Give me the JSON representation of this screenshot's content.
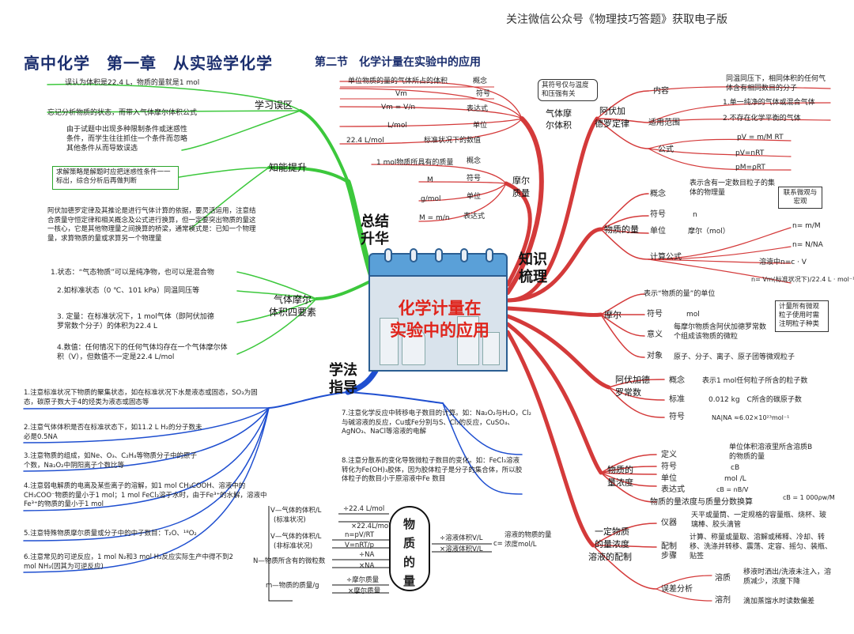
{
  "header": "关注微信公众号《物理技巧答题》获取电子版",
  "title": "高中化学　第一章　从实验学化学",
  "subtitle": "第二节　化学计量在实验中的应用",
  "center": {
    "line1": "化学计量在",
    "line2": "实验中的应用"
  },
  "main_branches": {
    "summary": {
      "line1": "总结",
      "line2": "升华"
    },
    "knowledge": {
      "line1": "知识",
      "line2": "梳理"
    },
    "method": {
      "line1": "学法",
      "line2": "指导"
    }
  },
  "learning_mistakes": {
    "label": "学习误区",
    "items": [
      "误认为体积是22.4 L，物质的量就是1 mol",
      "忘记分析物质的状态，而带入气体摩尔体积公式",
      "由于试题中出现多种限制条件或迷惑性条件，而学生往往抓住一个条件而忽略其他条件从而导致误选"
    ]
  },
  "ability": {
    "label": "知能提升",
    "box": "求解策略是解题时应把迷惑性条件一一标出，综合分析后再做判断",
    "text": "阿伏加德罗定律及其推论是进行气体计算的依据，要灵活运用，注意结合质量守恒定律和相关概念及公式进行换算，但一定要突出物质的量这一核心，它是其他物理量之间换算的桥梁，通常模式是：已知一个物理量，求算物质的量或求算另一个物理量"
  },
  "molar_volume_elements": {
    "label_l1": "气体摩尔",
    "label_l2": "体积四要素",
    "items": [
      "1.状态：“气态物质”可以是纯净物，也可以是混合物",
      "2.如标准状态（0 ℃、101 kPa）同温同压等",
      "3. 定量：在标准状况下，1 mol气体（即阿伏加德罗常数个分子）的体积为22.4 L",
      "4.数值：任何情况下的任何气体均存在一个气体摩尔体积（V），但数值不一定是22.4 L/mol"
    ]
  },
  "gas_molar_volume": {
    "label_l1": "气体摩",
    "label_l2": "尔体积",
    "note": "其符号仅与温度和压强有关",
    "rows": [
      {
        "left": "单位物质的量的气体所占的体积",
        "right": "概念"
      },
      {
        "left": "Vm",
        "right": "符号"
      },
      {
        "left": "Vm = V/n",
        "right": "表达式"
      },
      {
        "left": "L/mol",
        "right": "单位"
      },
      {
        "left": "22.4 L/mol",
        "right": "标准状况下的数值"
      }
    ]
  },
  "molar_mass": {
    "label_l1": "摩尔",
    "label_l2": "质量",
    "rows": [
      {
        "left": "1 mol物质所具有的质量",
        "right": "概念"
      },
      {
        "left": "M",
        "right": "符号"
      },
      {
        "left": "g/mol",
        "right": "单位"
      },
      {
        "left": "M = m/n",
        "right": "表达式"
      }
    ]
  },
  "avogadro_law": {
    "label_l1": "阿伏加",
    "label_l2": "德罗定律",
    "content_label": "内容",
    "content": "同温同压下，相同体积的任何气体含有相同数目的分子",
    "scope_label": "适用范围",
    "scope": [
      "1.单一纯净的气体或混合气体",
      "2.不存在化学平衡的气体"
    ],
    "formula_label": "公式",
    "formulas": [
      "pV = m/M RT",
      "pV=nRT",
      "pM=ρRT"
    ]
  },
  "amount_of_substance": {
    "label": "物质的量",
    "concept_label": "概念",
    "concept": "表示含有一定数目粒子的集体的物理量",
    "note": "联系微观与宏观",
    "symbol_label": "符号",
    "symbol": "n",
    "unit_label": "单位",
    "unit": "摩尔（mol）",
    "calc_label": "计算公式",
    "formulas": [
      "n= m/M",
      "n= N/NA",
      "溶液中n=c · V",
      "n= Vm(标准状况下)/22.4 L · mol⁻¹"
    ]
  },
  "mole": {
    "label": "摩尔",
    "desc": "表示“物质的量”的单位",
    "symbol_label": "符号",
    "symbol": "mol",
    "meaning_label": "意义",
    "meaning": "每摩尔物质含阿伏加德罗常数个组成该物质的微粒",
    "note": "计量所有微观粒子使用时需注明粒子种类",
    "object_label": "对象",
    "object": "原子、分子、离子、原子团等微观粒子"
  },
  "avogadro_constant": {
    "label_l1": "阿伏加德",
    "label_l2": "罗常数",
    "concept_label": "概念",
    "concept": "表示1 mol任何粒子所含的粒子数",
    "standard_label": "标准",
    "standard": "0.012 kg　C所含的碳原子数",
    "symbol_label": "符号",
    "symbol": "NA|NA ≈6.02×10²³mol⁻¹"
  },
  "concentration": {
    "label_l1": "物质的",
    "label_l2": "量浓度",
    "def_label": "定义",
    "def": "单位体积溶液里所含溶质B的物质的量",
    "symbol_label": "符号",
    "symbol": "cB",
    "unit_label": "单位",
    "unit": "mol /L",
    "expr_label": "表达式",
    "expr": "cB = nB/V",
    "conv_label": "物质的量浓度与质量分数换算",
    "conv": "cB = 1 000ρw/M"
  },
  "solution_prep": {
    "label_l1": "一定物质",
    "label_l2": "的量浓度",
    "label_l3": "溶液的配制",
    "instruments_label": "仪器",
    "instruments": "天平或量筒、一定规格的容量瓶、烧杯、玻璃棒、胶头滴管",
    "steps_label": "配制步骤",
    "steps": "计算、称量或量取、溶解或稀释、冷却、转移、洗涤并转移、震荡、定容、摇匀、装瓶、贴签",
    "error_label": "误差分析",
    "solute_label": "溶质",
    "solute": "移液时洒出/洗液未注入，溶质减少，浓度下降",
    "solvent_label": "溶剂",
    "solvent": "滴加蒸馏水时读数偏差"
  },
  "method_items_left": [
    "1.注意标准状况下物质的聚集状态，如在标准状况下水是液态或固态，SO₃为固态，碳原子数大于4的烃类为液态或固态等",
    "2.注意气体体积是否在标准状态下，如11.2 L H₂的分子数未必是0.5NA",
    "3.注意物质的组成，如Ne、O₃、C₂H₄等物质分子中的原子个数，Na₂O₂中阴阳离子个数比等",
    "4.注意弱电解质的电离及某些离子的溶解，如1 mol CH₃COOH、溶液中的CH₃COO⁻物质的量小于1 mol；1 mol FeCl₃溶于水时，由于Fe³⁺的水解，溶液中Fe³⁺的物质的量小于1 mol",
    "5.注意特殊物质摩尔质量或分子中的中子数目：T₂O、¹⁸O₂",
    "6.注意常见的可逆反应，1 mol N₂和3 mol H₂反应实际生产中得不到2 mol NH₃(因其为可逆反应)"
  ],
  "method_items_mid": [
    "7.注意化学反应中转移电子数目的计算。如：Na₂O₂与H₂O，Cl₂与碱溶液的反应，Cu或Fe分别与S、Cl₂的反应，CuSO₄、AgNO₃、NaCl等溶液的电解",
    "8.注意分散系的变化导致微粒子数目的变化。如：FeCl₃溶液转化为Fe(OH)₃胶体，因为胶体粒子是分子的集合体，所以胶体粒子的数目小于原溶液中Fe 数目"
  ],
  "flow": {
    "center": [
      "物",
      "质",
      "的",
      "量"
    ],
    "r1_left": "V—气体的体积/L",
    "r1_left2": "(标准状况)",
    "r1_a": "÷22.4 L/mol",
    "r1_b": "×22.4L/mol",
    "r2_left": "V—气体的体积/L",
    "r2_left2": "(非标准状况)",
    "r2_a": "n=pV/RT",
    "r2_b": "V=nRT/p",
    "r3_left": "N—物质所含有的微粒数",
    "r3_a": "÷NA",
    "r3_b": "×NA",
    "r4_left": "m—物质的质量/g",
    "r4_a": "÷摩尔质量",
    "r4_b": "×摩尔质量",
    "right_a": "÷溶液体积V/L",
    "right_b": "×溶液体积V/L",
    "c_eq": "c=",
    "result": "溶液的物质的量浓度mol/L"
  }
}
